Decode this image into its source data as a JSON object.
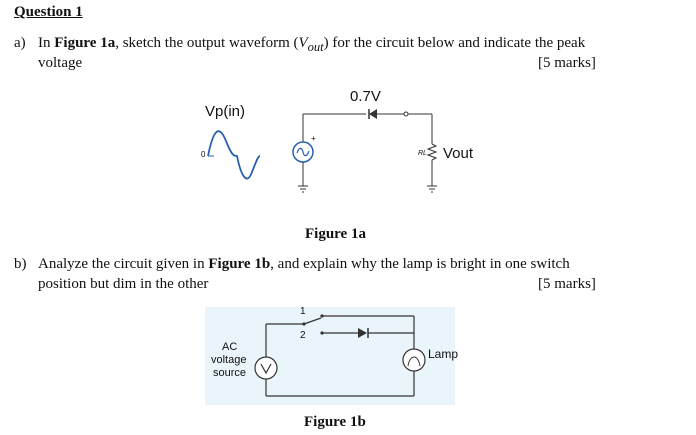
{
  "question": {
    "title": "Question 1"
  },
  "part_a": {
    "letter": "a)",
    "text_pre": "In ",
    "text_fig": "Figure 1a",
    "text_mid": ", sketch the output waveform (",
    "v_symbol": "V",
    "v_sub": "out",
    "text_post": ") for the circuit below and indicate the peak",
    "line2": "voltage",
    "marks": "[5 marks]"
  },
  "figure_1a": {
    "diode_drop": "0.7V",
    "input_label": "Vp(in)",
    "zero_label": "0",
    "plus_label": "+",
    "load_label": "RL",
    "output_label": "Vout",
    "caption": "Figure 1a"
  },
  "part_b": {
    "letter": "b)",
    "text_pre": "Analyze the circuit given in ",
    "text_fig": "Figure 1b",
    "text_post": ", and explain why the lamp is bright in one switch",
    "line2": "position but dim in the other",
    "marks": "[5 marks]"
  },
  "figure_1b": {
    "switch_pos_1": "1",
    "switch_pos_2": "2",
    "source_label_1": "AC",
    "source_label_2": "voltage",
    "source_label_3": "source",
    "lamp_label": "Lamp",
    "caption": "Figure 1b"
  }
}
